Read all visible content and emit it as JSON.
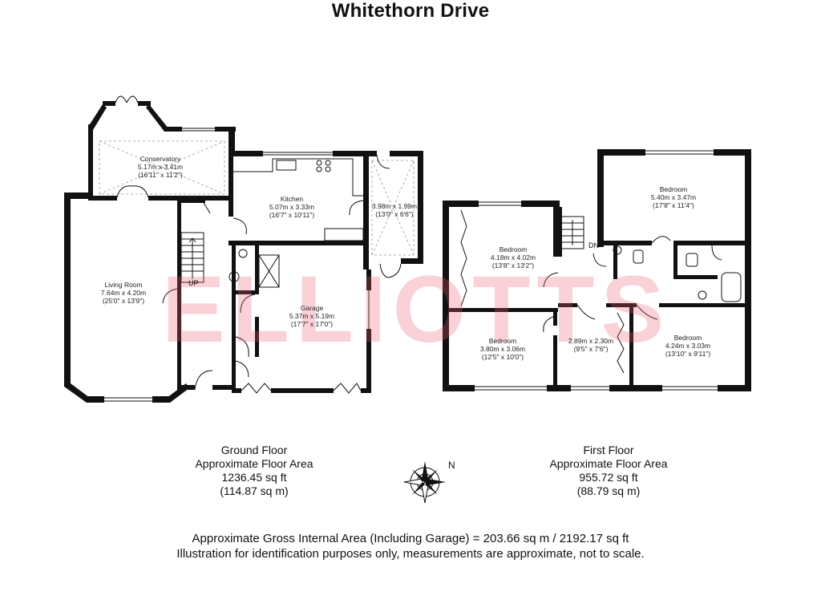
{
  "title": "Whitethorn Drive",
  "watermark": "ELLIOTTS",
  "rooms": {
    "conservatory": {
      "name": "Conservatory",
      "metric": "5.17m x 3.41m",
      "imperial": "(16'11\" x 11'2\")"
    },
    "kitchen": {
      "name": "Kitchen",
      "metric": "5.07m x 3.33m",
      "imperial": "(16'7\" x 10'11\")"
    },
    "store": {
      "name": "",
      "metric": "3.98m x 1.99m",
      "imperial": "(13'0\" x 6'6\")"
    },
    "living_room": {
      "name": "Living Room",
      "metric": "7.64m x 4.20m",
      "imperial": "(25'0\" x 13'9\")"
    },
    "garage": {
      "name": "Garage",
      "metric": "5.37m x 5.19m",
      "imperial": "(17'7\" x 17'0\")"
    },
    "bedroom1": {
      "name": "Bedroom",
      "metric": "5.40m x 3.47m",
      "imperial": "(17'8\" x 11'4\")"
    },
    "bedroom2": {
      "name": "Bedroom",
      "metric": "4.18m x 4.02m",
      "imperial": "(13'8\" x 13'2\")"
    },
    "bedroom3": {
      "name": "Bedroom",
      "metric": "3.80m x 3.06m",
      "imperial": "(12'5\" x 10'0\")"
    },
    "bedroom4": {
      "name": "Bedroom",
      "metric": "4.24m x 3.03m",
      "imperial": "(13'10\" x 9'11\")"
    },
    "box_room": {
      "name": "",
      "metric": "2.89m x 2.30m",
      "imperial": "(9'5\" x 7'6\")"
    }
  },
  "labels": {
    "up": "UP",
    "down": "DN",
    "north": "N"
  },
  "ground_floor": {
    "line1": "Ground Floor",
    "line2": "Approximate Floor Area",
    "line3": "1236.45 sq ft",
    "line4": "(114.87 sq m)"
  },
  "first_floor": {
    "line1": "First Floor",
    "line2": "Approximate Floor Area",
    "line3": "955.72 sq ft",
    "line4": "(88.79 sq m)"
  },
  "footer": {
    "gross": "Approximate Gross Internal Area (Including Garage) = 203.66 sq m / 2192.17 sq ft",
    "disclaimer": "Illustration for identification purposes only, measurements are approximate, not to scale."
  }
}
